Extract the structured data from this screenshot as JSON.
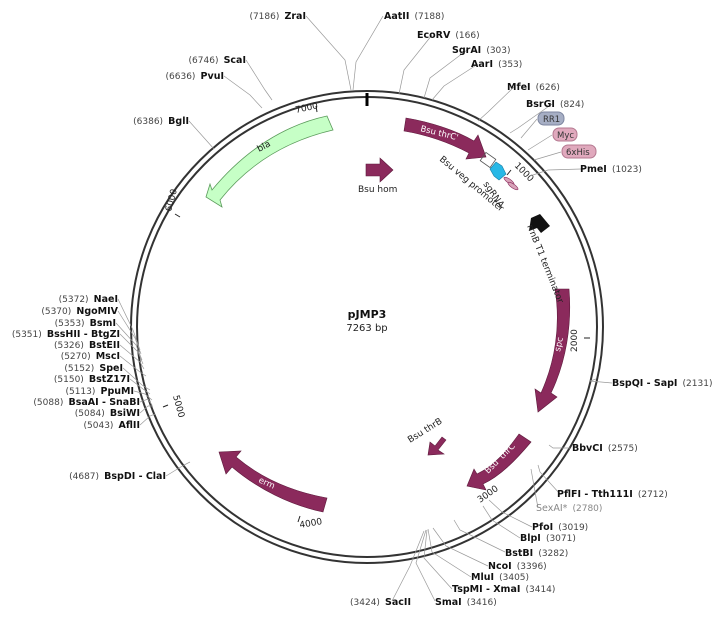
{
  "plasmid": {
    "name": "pJMP3",
    "size_label": "7263 bp",
    "length": 7263
  },
  "colors": {
    "backbone": "#333333",
    "feature": "#8b2a5c",
    "bla": "#c6ffc6",
    "bla_stroke": "#5a9a5a",
    "promoter": "#28b8e6",
    "tag_rr1": "#a6aec4",
    "tag_myc": "#e0a9bd",
    "tag_his": "#e0a9bd",
    "terminator": "#111111"
  },
  "ticks": [
    "1000",
    "2000",
    "3000",
    "4000",
    "5000",
    "6000",
    "7000"
  ],
  "features": [
    {
      "name": "bla",
      "label": "bla"
    },
    {
      "name": "bsu-thrc-top",
      "label": "Bsu thrC'"
    },
    {
      "name": "bsu-hom",
      "label": "Bsu hom"
    },
    {
      "name": "spc",
      "label": "spc"
    },
    {
      "name": "bsu-thrc-bottom",
      "label": "Bsu 'thrC"
    },
    {
      "name": "bsu-thrb",
      "label": "Bsu thrB"
    },
    {
      "name": "erm",
      "label": "erm"
    },
    {
      "name": "bsu-veg-promoter",
      "label": "Bsu veg promoter"
    },
    {
      "name": "sgrna",
      "label": "sgRNA"
    },
    {
      "name": "rrnb-t1-terminator",
      "label": "rrnB T1 terminator"
    }
  ],
  "tags": [
    {
      "name": "rr1",
      "label": "RR1"
    },
    {
      "name": "myc",
      "label": "Myc"
    },
    {
      "name": "6xhis",
      "label": "6xHis"
    }
  ],
  "sites": [
    {
      "name": "ZraI",
      "pos": "(7186)",
      "side": "left"
    },
    {
      "name": "AatII",
      "pos": "(7188)",
      "side": "right"
    },
    {
      "name": "EcoRV",
      "pos": "(166)",
      "side": "right"
    },
    {
      "name": "SgrAI",
      "pos": "(303)",
      "side": "right"
    },
    {
      "name": "AarI",
      "pos": "(353)",
      "side": "right"
    },
    {
      "name": "MfeI",
      "pos": "(626)",
      "side": "right"
    },
    {
      "name": "BsrGI",
      "pos": "(824)",
      "side": "right"
    },
    {
      "name": "PmeI",
      "pos": "(1023)",
      "side": "right"
    },
    {
      "name": "BspQI - SapI",
      "pos": "(2131)",
      "side": "right"
    },
    {
      "name": "BbvCI",
      "pos": "(2575)",
      "side": "right"
    },
    {
      "name": "PflFI - Tth111I",
      "pos": "(2712)",
      "side": "right"
    },
    {
      "name": "SexAI*",
      "pos": "(2780)",
      "side": "right",
      "faint": true
    },
    {
      "name": "PfoI",
      "pos": "(3019)",
      "side": "right"
    },
    {
      "name": "BlpI",
      "pos": "(3071)",
      "side": "right"
    },
    {
      "name": "BstBI",
      "pos": "(3282)",
      "side": "right"
    },
    {
      "name": "NcoI",
      "pos": "(3396)",
      "side": "right"
    },
    {
      "name": "MluI",
      "pos": "(3405)",
      "side": "right"
    },
    {
      "name": "TspMI - XmaI",
      "pos": "(3414)",
      "side": "right"
    },
    {
      "name": "SmaI",
      "pos": "(3416)",
      "side": "right"
    },
    {
      "name": "SacII",
      "pos": "(3424)",
      "side": "left"
    },
    {
      "name": "BspDI - ClaI",
      "pos": "(4687)",
      "side": "left"
    },
    {
      "name": "AflII",
      "pos": "(5043)",
      "side": "left"
    },
    {
      "name": "BsiWI",
      "pos": "(5084)",
      "side": "left"
    },
    {
      "name": "BsaAI - SnaBI",
      "pos": "(5088)",
      "side": "left"
    },
    {
      "name": "PpuMI",
      "pos": "(5113)",
      "side": "left"
    },
    {
      "name": "BstZ17I",
      "pos": "(5150)",
      "side": "left"
    },
    {
      "name": "SpeI",
      "pos": "(5152)",
      "side": "left"
    },
    {
      "name": "MscI",
      "pos": "(5270)",
      "side": "left"
    },
    {
      "name": "BstEII",
      "pos": "(5326)",
      "side": "left"
    },
    {
      "name": "BssHII - BtgZI",
      "pos": "(5351)",
      "side": "left"
    },
    {
      "name": "BsmI",
      "pos": "(5353)",
      "side": "left"
    },
    {
      "name": "NgoMIV",
      "pos": "(5370)",
      "side": "left"
    },
    {
      "name": "NaeI",
      "pos": "(5372)",
      "side": "left"
    },
    {
      "name": "BglI",
      "pos": "(6386)",
      "side": "left"
    },
    {
      "name": "PvuI",
      "pos": "(6636)",
      "side": "left"
    },
    {
      "name": "ScaI",
      "pos": "(6746)",
      "side": "left"
    }
  ]
}
